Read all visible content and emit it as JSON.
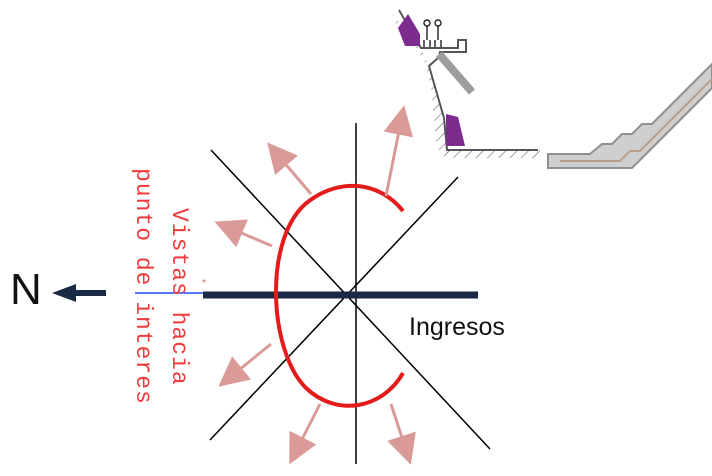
{
  "labels": {
    "north": "N",
    "ingresos": "Ingresos",
    "vistas_line_1": "Vistas hacia",
    "vistas_line_2": "punto de interes"
  },
  "colors": {
    "axis": "#1a2a44",
    "guide_lines": "#000000",
    "arc": "#e31b1b",
    "arrows": "#d99a98",
    "vertical_text": "#ee3b3b",
    "purple_fixture": "#7c2b8f",
    "terrain": "#555555",
    "stairs": "#8f8f8f"
  },
  "icons": {
    "north_arrow": "arrow-left-icon",
    "view_arrows": "arrow-icon",
    "section_people": "people-icon",
    "stair_photo": "stairs-image"
  }
}
